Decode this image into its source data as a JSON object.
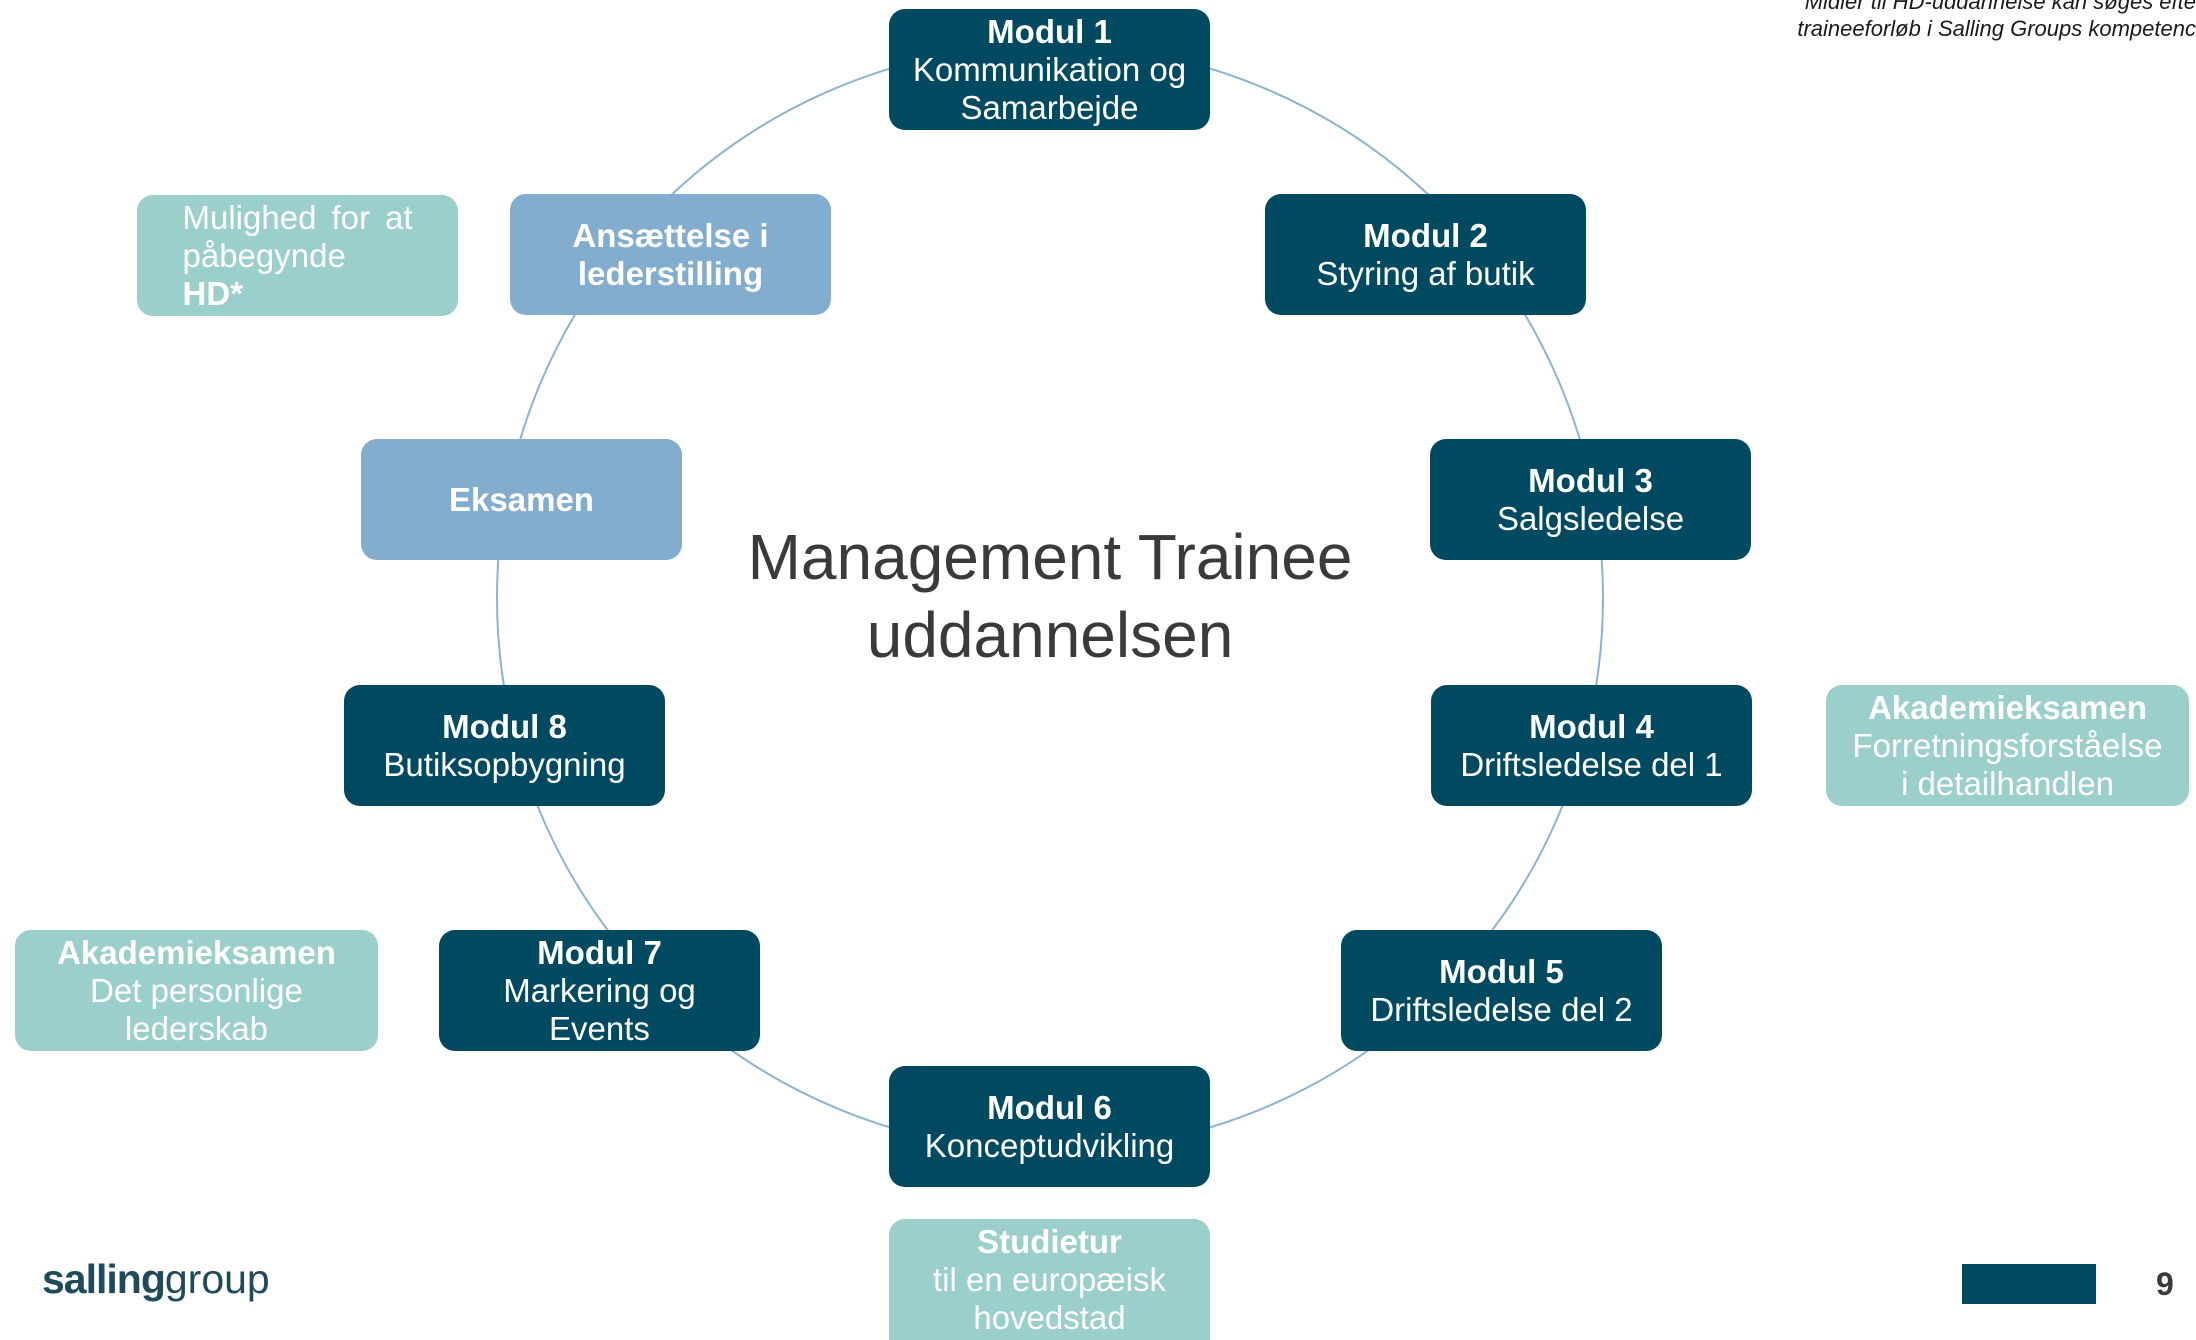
{
  "top_note": {
    "line1": "Midler til HD-uddannelse kan søges efte",
    "line2": "traineeforløb i Salling Groups kompetenc"
  },
  "center_title": {
    "line1": "Management Trainee",
    "line2": "uddannelsen"
  },
  "modules": [
    {
      "title": "Modul 1",
      "line1": "Kommunikation og",
      "line2": "Samarbejde"
    },
    {
      "title": "Modul 2",
      "line1": "Styring af butik",
      "line2": ""
    },
    {
      "title": "Modul 3",
      "line1": "Salgsledelse",
      "line2": ""
    },
    {
      "title": "Modul 4",
      "line1": "Driftsledelse del 1",
      "line2": ""
    },
    {
      "title": "Modul 5",
      "line1": "Driftsledelse del 2",
      "line2": ""
    },
    {
      "title": "Modul 6",
      "line1": "Konceptudvikling",
      "line2": ""
    },
    {
      "title": "Modul 7",
      "line1": "Markering og",
      "line2": "Events"
    },
    {
      "title": "Modul 8",
      "line1": "Butiksopbygning",
      "line2": ""
    }
  ],
  "steps": {
    "eksamen": "Eksamen",
    "ansaettelse": {
      "line1": "Ansættelse i",
      "line2": "lederstilling"
    }
  },
  "side_boxes": {
    "hd": {
      "line1": "Mulighed for at",
      "line2_prefix": "påbegynde ",
      "line2_bold": "HD*"
    },
    "akademi_right": {
      "title": "Akademieksamen",
      "line1": "Forretningsforståelse",
      "line2": "i detailhandlen"
    },
    "akademi_left": {
      "title": "Akademieksamen",
      "line1": "Det personlige",
      "line2": "lederskab"
    },
    "studietur": {
      "title": "Studietur",
      "line1": "til en europæisk",
      "line2": "hovedstad"
    }
  },
  "logo": {
    "part1": "salling",
    "part2": "group"
  },
  "page_number": "9",
  "colors": {
    "module": "#004a61",
    "step": "#82adcf",
    "side": "#9bcfcb",
    "ring": "#8ab4cf"
  }
}
